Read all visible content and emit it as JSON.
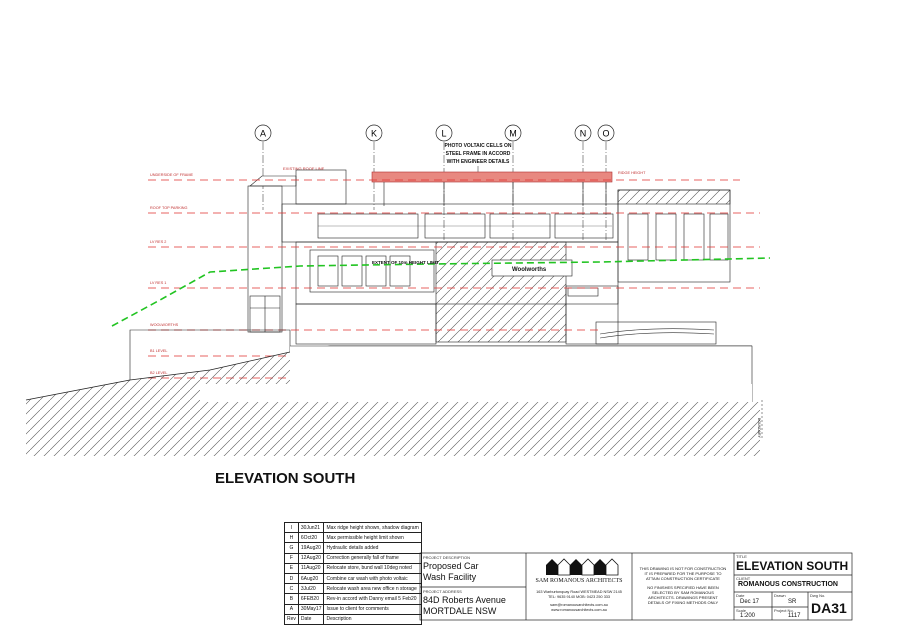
{
  "sheet": {
    "heading": "ELEVATION SOUTH",
    "gridlines": [
      "A",
      "K",
      "L",
      "M",
      "N",
      "O"
    ],
    "annotations": {
      "photovoltaic": [
        "PHOTO VOLTAIC CELLS ON",
        "STEEL FRAME IN ACCORD",
        "WITH ENGINEER DETAILS"
      ],
      "existing_roof": "EXISTING ROOF LINE",
      "height_limit": "EXTENT OF 10m HEIGHT LIMIT",
      "store_sign": "Woolworths",
      "boundary": "BOUNDARY"
    },
    "levels": [
      "UNDERSIDE OF FRAME",
      "ROOF TOP PARKING",
      "LV RES 2",
      "LV RES 1",
      "WOOLWORTHS",
      "B1 LEVEL",
      "B2 LEVEL"
    ],
    "ridge": "RIDGE HEIGHT"
  },
  "revisions": {
    "rows": [
      {
        "rev": "I",
        "date": "30Jun21",
        "desc": "Max ridge height shown, shadow diagram"
      },
      {
        "rev": "H",
        "date": "6Oct20",
        "desc": "Max permissible height limit shown"
      },
      {
        "rev": "G",
        "date": "19Aug20",
        "desc": "Hydraulic details added"
      },
      {
        "rev": "F",
        "date": "12Aug20",
        "desc": "Correction generally fall of frame"
      },
      {
        "rev": "E",
        "date": "11Aug20",
        "desc": "Relocate store, bund wall 10deg noted"
      },
      {
        "rev": "D",
        "date": "6Aug20",
        "desc": "Combine car wash with photo voltaic"
      },
      {
        "rev": "C",
        "date": "3Jul20",
        "desc": "Relocate wash area new office n storage"
      },
      {
        "rev": "B",
        "date": "6FEB20",
        "desc": "Rev-in accord with Danny email 5 Feb20"
      },
      {
        "rev": "A",
        "date": "30May17",
        "desc": "Issue to client for comments"
      }
    ],
    "headers": {
      "rev": "Rev",
      "date": "Date",
      "desc": "Description"
    }
  },
  "project": {
    "desc_label": "PROJECT DESCRIPTION",
    "desc_line1": "Proposed Car",
    "desc_line2": "Wash Facility",
    "address_label": "PROJECT ADDRESS",
    "address_line1": "84D Roberts Avenue",
    "address_line2": "MORTDALE NSW"
  },
  "architect": {
    "name": "SAM ROMANOUS ARCHITECTS",
    "address": "163 Warburtonquay Road WESTMEAD NSW 2145",
    "phone": "TEL: 9635 9140  MOB: 0423 250 333",
    "email": "sam@romanousarchitects.com.au",
    "web": "www.romanousarchitects.com.au"
  },
  "notes": {
    "line1": "THIS DRAWING IS NOT FOR CONSTRUCTION",
    "line2": "IT IS PREPARED FOR THE PURPOSE TO",
    "line3": "ATTAIN CONSTRUCTION CERTIFICATE",
    "line4": "NO FINISHES SPECIFIED HAVE BEEN",
    "line5": "SELECTED BY SAM ROMANOUS",
    "line6": "ARCHITECTS. DRAWINGS PRESENT",
    "line7": "DETAILS OF FIXING METHODS ONLY"
  },
  "title_block": {
    "title_label": "TITLE",
    "title": "ELEVATION SOUTH",
    "client_label": "CLIENT",
    "client": "ROMANOUS CONSTRUCTION",
    "date_label": "Date",
    "date": "Dec 17",
    "drawn_label": "Drawn",
    "drawn": "SR",
    "scale_label": "Scale",
    "scale": "1:200",
    "project_no_label": "Project No.",
    "project_no": "1117",
    "dwg_label": "Dwg No.",
    "dwg": "DA31"
  },
  "colors": {
    "red_dash": "#e0302f",
    "green_dash": "#22c422",
    "roof_fill": "#e88880",
    "line": "#222222",
    "hatch": "#555555"
  }
}
